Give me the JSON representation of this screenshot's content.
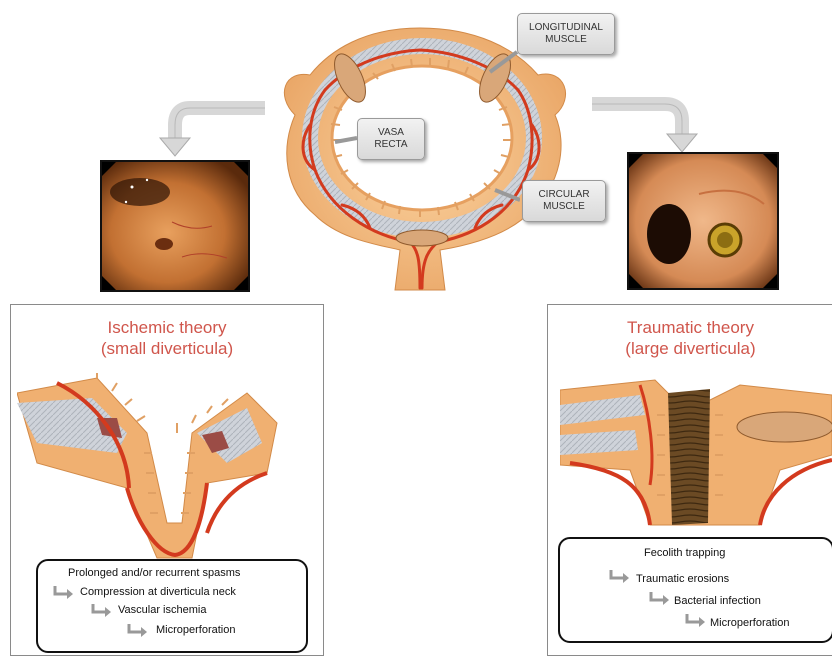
{
  "center_diagram": {
    "labels": {
      "longitudinal": [
        "LONGITUDINAL",
        "MUSCLE"
      ],
      "vasa": [
        "VASA",
        "RECTA"
      ],
      "circular": [
        "CIRCULAR",
        "MUSCLE"
      ]
    }
  },
  "left": {
    "title_line1": "Ischemic theory",
    "title_line2": "(small diverticula)",
    "steps": [
      "Prolonged and/or recurrent spasms",
      "Compression at diverticula neck",
      "Vascular ischemia",
      "Microperforation"
    ]
  },
  "right": {
    "title_line1": "Traumatic theory",
    "title_line2": "(large diverticula)",
    "steps": [
      "Fecolith trapping",
      "Traumatic erosions",
      "Bacterial infection",
      "Microperforation"
    ]
  },
  "colors": {
    "title": "#d0564c",
    "vessel": "#d33a1e",
    "tissue": "#f0b071",
    "muscle": "#c8ccd2"
  }
}
